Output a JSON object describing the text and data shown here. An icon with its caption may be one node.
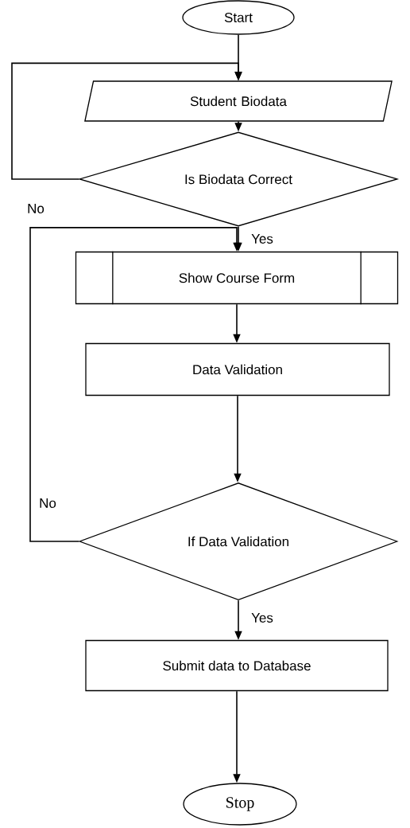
{
  "diagram": {
    "nodes": [
      {
        "text": [
          "Start"
        ]
      },
      {
        "text": [
          "Student Biodata"
        ]
      },
      {
        "text": [
          "Is Biodata Correct"
        ]
      },
      {
        "text": [
          "Show Course Form"
        ]
      },
      {
        "text": [
          "Data Validation"
        ]
      },
      {
        "text": [
          "If Data Validation"
        ]
      },
      {
        "text": [
          "Submit data to Database"
        ]
      },
      {
        "text": [
          "Stop"
        ]
      }
    ],
    "edges": [
      {
        "from": 0,
        "to": 1,
        "arrow": "to"
      },
      {
        "from": 1,
        "to": 2,
        "arrow": "to"
      },
      {
        "from": 2,
        "to": 1,
        "arrow": "to",
        "label": "No"
      },
      {
        "from": 2,
        "to": 3,
        "arrow": "to",
        "label": "Yes"
      },
      {
        "from": 3,
        "to": 4,
        "arrow": "to"
      },
      {
        "from": 4,
        "to": 5,
        "arrow": "to"
      },
      {
        "from": 5,
        "to": 3,
        "arrow": "to",
        "label": "No"
      },
      {
        "from": 5,
        "to": 6,
        "arrow": "to",
        "label": "Yes"
      },
      {
        "from": 6,
        "to": 7,
        "arrow": "to"
      }
    ]
  }
}
